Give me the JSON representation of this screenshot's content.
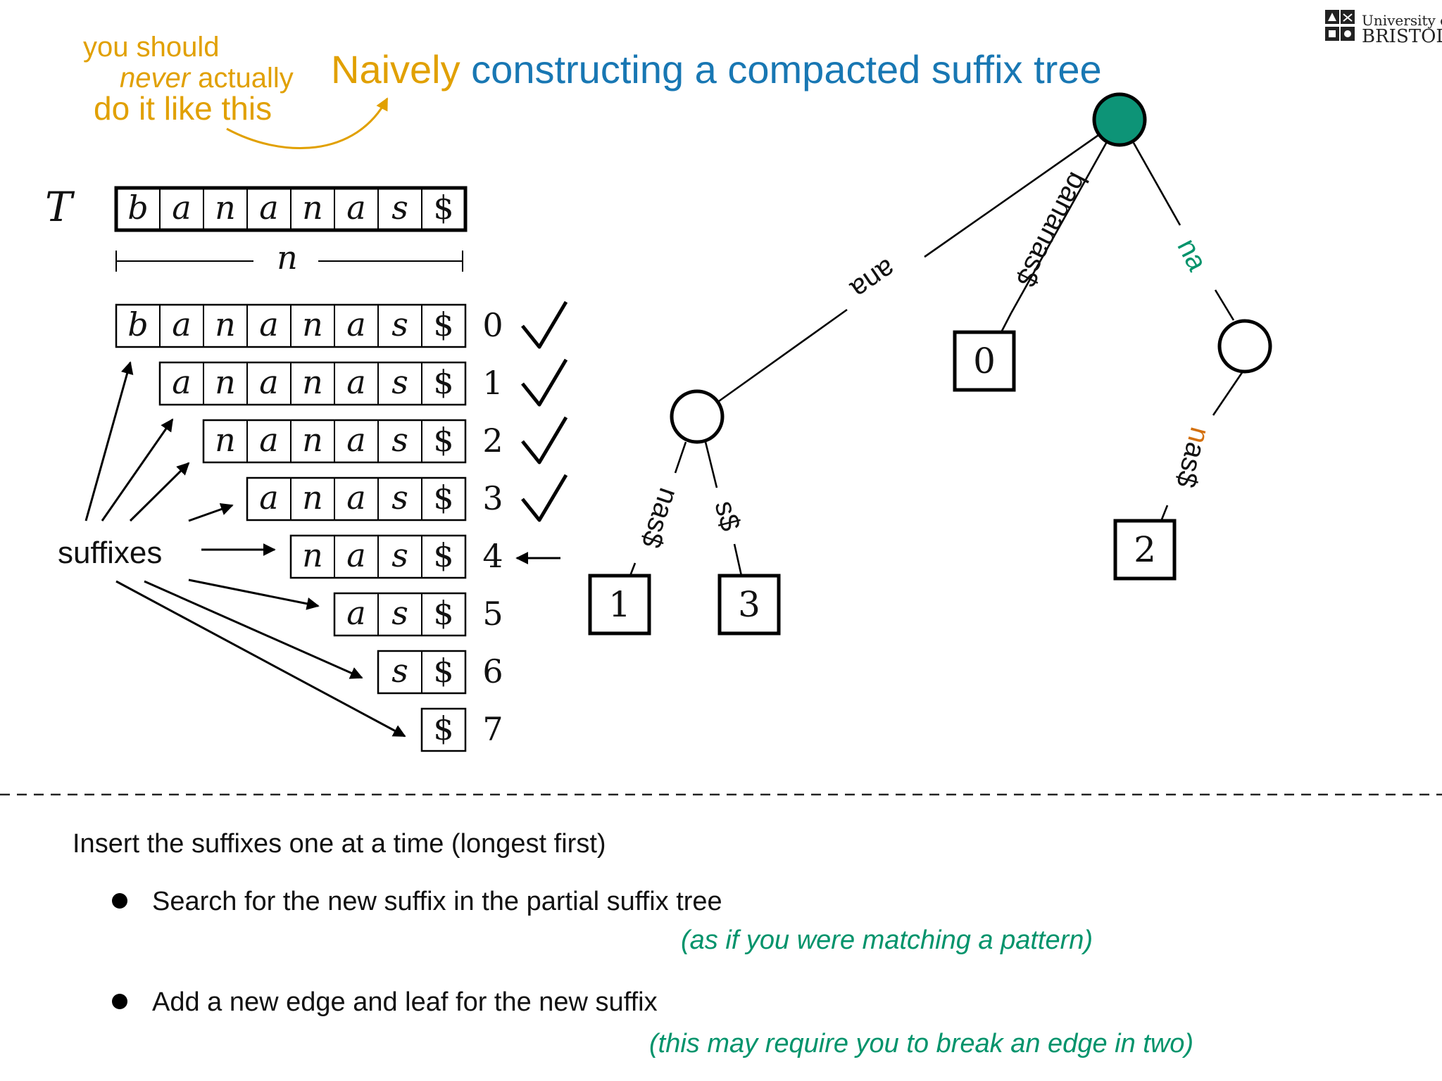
{
  "logo": {
    "line1": "University of",
    "line2": "BRISTOL"
  },
  "aside": {
    "line1": "you should",
    "line2_em": "never",
    "line2_rest": " actually",
    "line3": "do it like this"
  },
  "title": {
    "part1": "Naively",
    "part2": " constructing a compacted suffix tree"
  },
  "text_label": "T",
  "text_chars": [
    "b",
    "a",
    "n",
    "a",
    "n",
    "a",
    "s",
    "$"
  ],
  "length_label": "n",
  "suffixes": [
    {
      "index": "0",
      "status": "done"
    },
    {
      "index": "1",
      "status": "done"
    },
    {
      "index": "2",
      "status": "done"
    },
    {
      "index": "3",
      "status": "done"
    },
    {
      "index": "4",
      "status": "current"
    },
    {
      "index": "5",
      "status": ""
    },
    {
      "index": "6",
      "status": ""
    },
    {
      "index": "7",
      "status": ""
    }
  ],
  "suffixes_label": "suffixes",
  "tree": {
    "edges": [
      {
        "id": "root-ana",
        "label": "ana"
      },
      {
        "id": "root-0",
        "label": "bananas$"
      },
      {
        "id": "root-na",
        "label_part1": "na",
        "label_part2": ""
      },
      {
        "id": "ana-1",
        "label": "nas$"
      },
      {
        "id": "ana-3",
        "label": "s$"
      },
      {
        "id": "na-2",
        "label_part1": "n",
        "label_part2": "as$"
      }
    ],
    "leaves": [
      "1",
      "3",
      "0",
      "2"
    ]
  },
  "colors": {
    "accent_orange": "#E1A000",
    "title_blue": "#1877B3",
    "green": "#00936B",
    "root_fill": "#0D9477",
    "edge_orange": "#D3700E"
  },
  "bottom": {
    "heading": "Insert the suffixes one at a time (longest first)",
    "bullets": [
      {
        "text": "Search for the new suffix in the partial suffix tree",
        "note": "(as if you were matching a pattern)"
      },
      {
        "text": "Add a new edge and leaf for the new suffix",
        "note": "(this may require you to break an edge in two)"
      }
    ]
  }
}
